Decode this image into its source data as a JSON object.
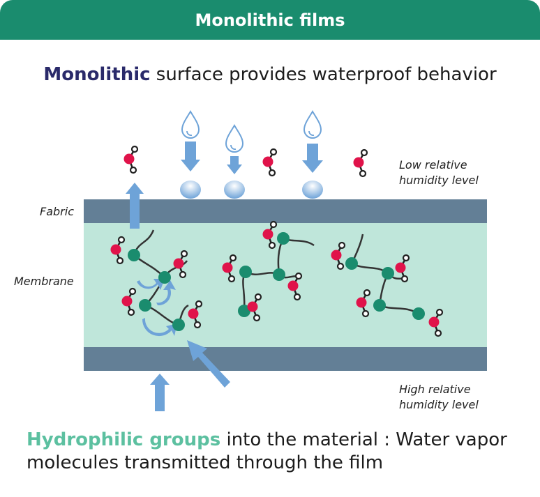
{
  "header": {
    "title": "Monolithic films"
  },
  "subtitle": {
    "highlight": "Monolithic",
    "rest": " surface provides waterproof behavior"
  },
  "labels": {
    "fabric": "Fabric",
    "membrane": "Membrane",
    "low_humidity_line1": "Low relative",
    "low_humidity_line2": "humidity level",
    "high_humidity_line1": "High relative",
    "high_humidity_line2": "humidity level"
  },
  "footer": {
    "highlight": "Hydrophilic groups",
    "rest": " into the material : Water vapor molecules transmitted through the film"
  },
  "colors": {
    "header_bg": "#1a8c6e",
    "fabric_layer": "#637f96",
    "membrane": "#bfe6da",
    "arrow": "#6ea3d8",
    "hydrophilic_node": "#1a8c6e",
    "oxygen": "#e0134a",
    "accent_text": "#5cc0a0",
    "title_strong": "#2a2a6a"
  }
}
